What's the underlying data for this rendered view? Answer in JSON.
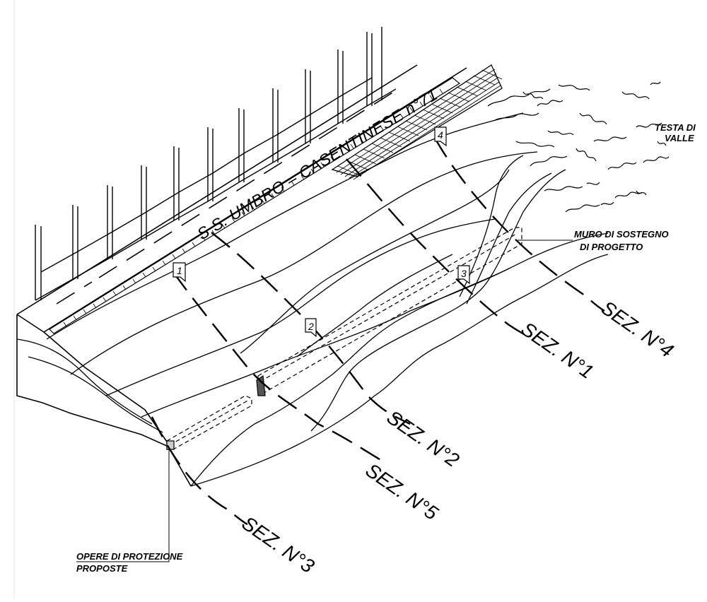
{
  "road_label": "S.S. UMBRO – CASENTINESE n°71",
  "head_of_valley": {
    "line1": "TESTA DI",
    "line2": "VALLE"
  },
  "retaining_wall": {
    "line1": "MURO DI SOSTEGNO",
    "line2": "DI PROGETTO"
  },
  "protection_works": {
    "line1": "OPERE DI PROTEZIONE",
    "line2": "PROPOSTE"
  },
  "sections": [
    {
      "label": "SEZ. N°1",
      "marker": "1"
    },
    {
      "label": "SEZ. N°2",
      "marker": "2"
    },
    {
      "label": "SEZ. N°3",
      "marker": "3"
    },
    {
      "label": "SEZ. N°4",
      "marker": "4"
    },
    {
      "label": "SEZ. N°5",
      "marker": ""
    }
  ]
}
